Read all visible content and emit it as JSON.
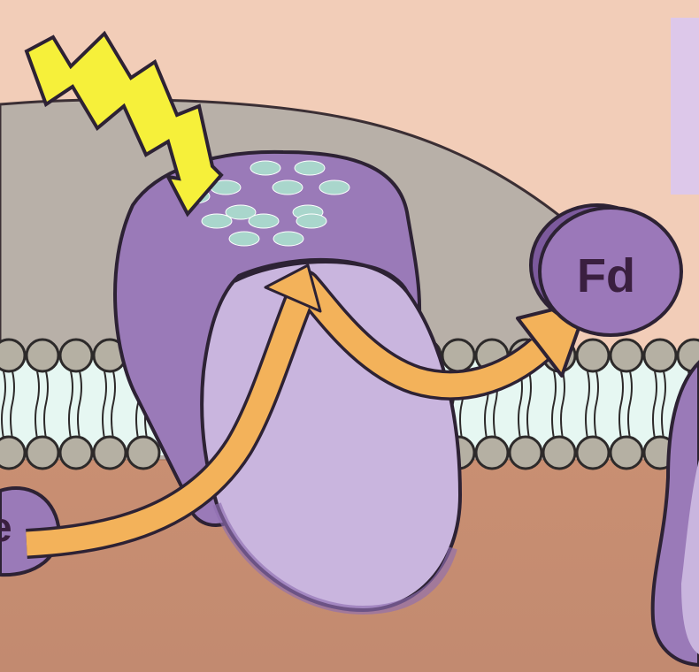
{
  "diagram": {
    "labels": {
      "ferredoxin": "Fd",
      "left_partial": "e"
    },
    "icons": {
      "light": "lightning-bolt-icon",
      "electron_path": "electron-flow-arrow"
    },
    "colors": {
      "stroma_background": "#f2cdb8",
      "lumen_background": "#c98f72",
      "thylakoid_gray": "#b8b0a8",
      "membrane_core": "#e6f7f2",
      "lipid_head": "#b5b0a3",
      "protein_dark": "#9a7ab8",
      "protein_light": "#c9b5de",
      "chlorophyll_dots": "#a9d6cc",
      "arrow": "#f3b25a",
      "lightning": "#f6f03a",
      "fd_fill": "#9b78b9",
      "right_strip": "#ddc8ea"
    }
  }
}
